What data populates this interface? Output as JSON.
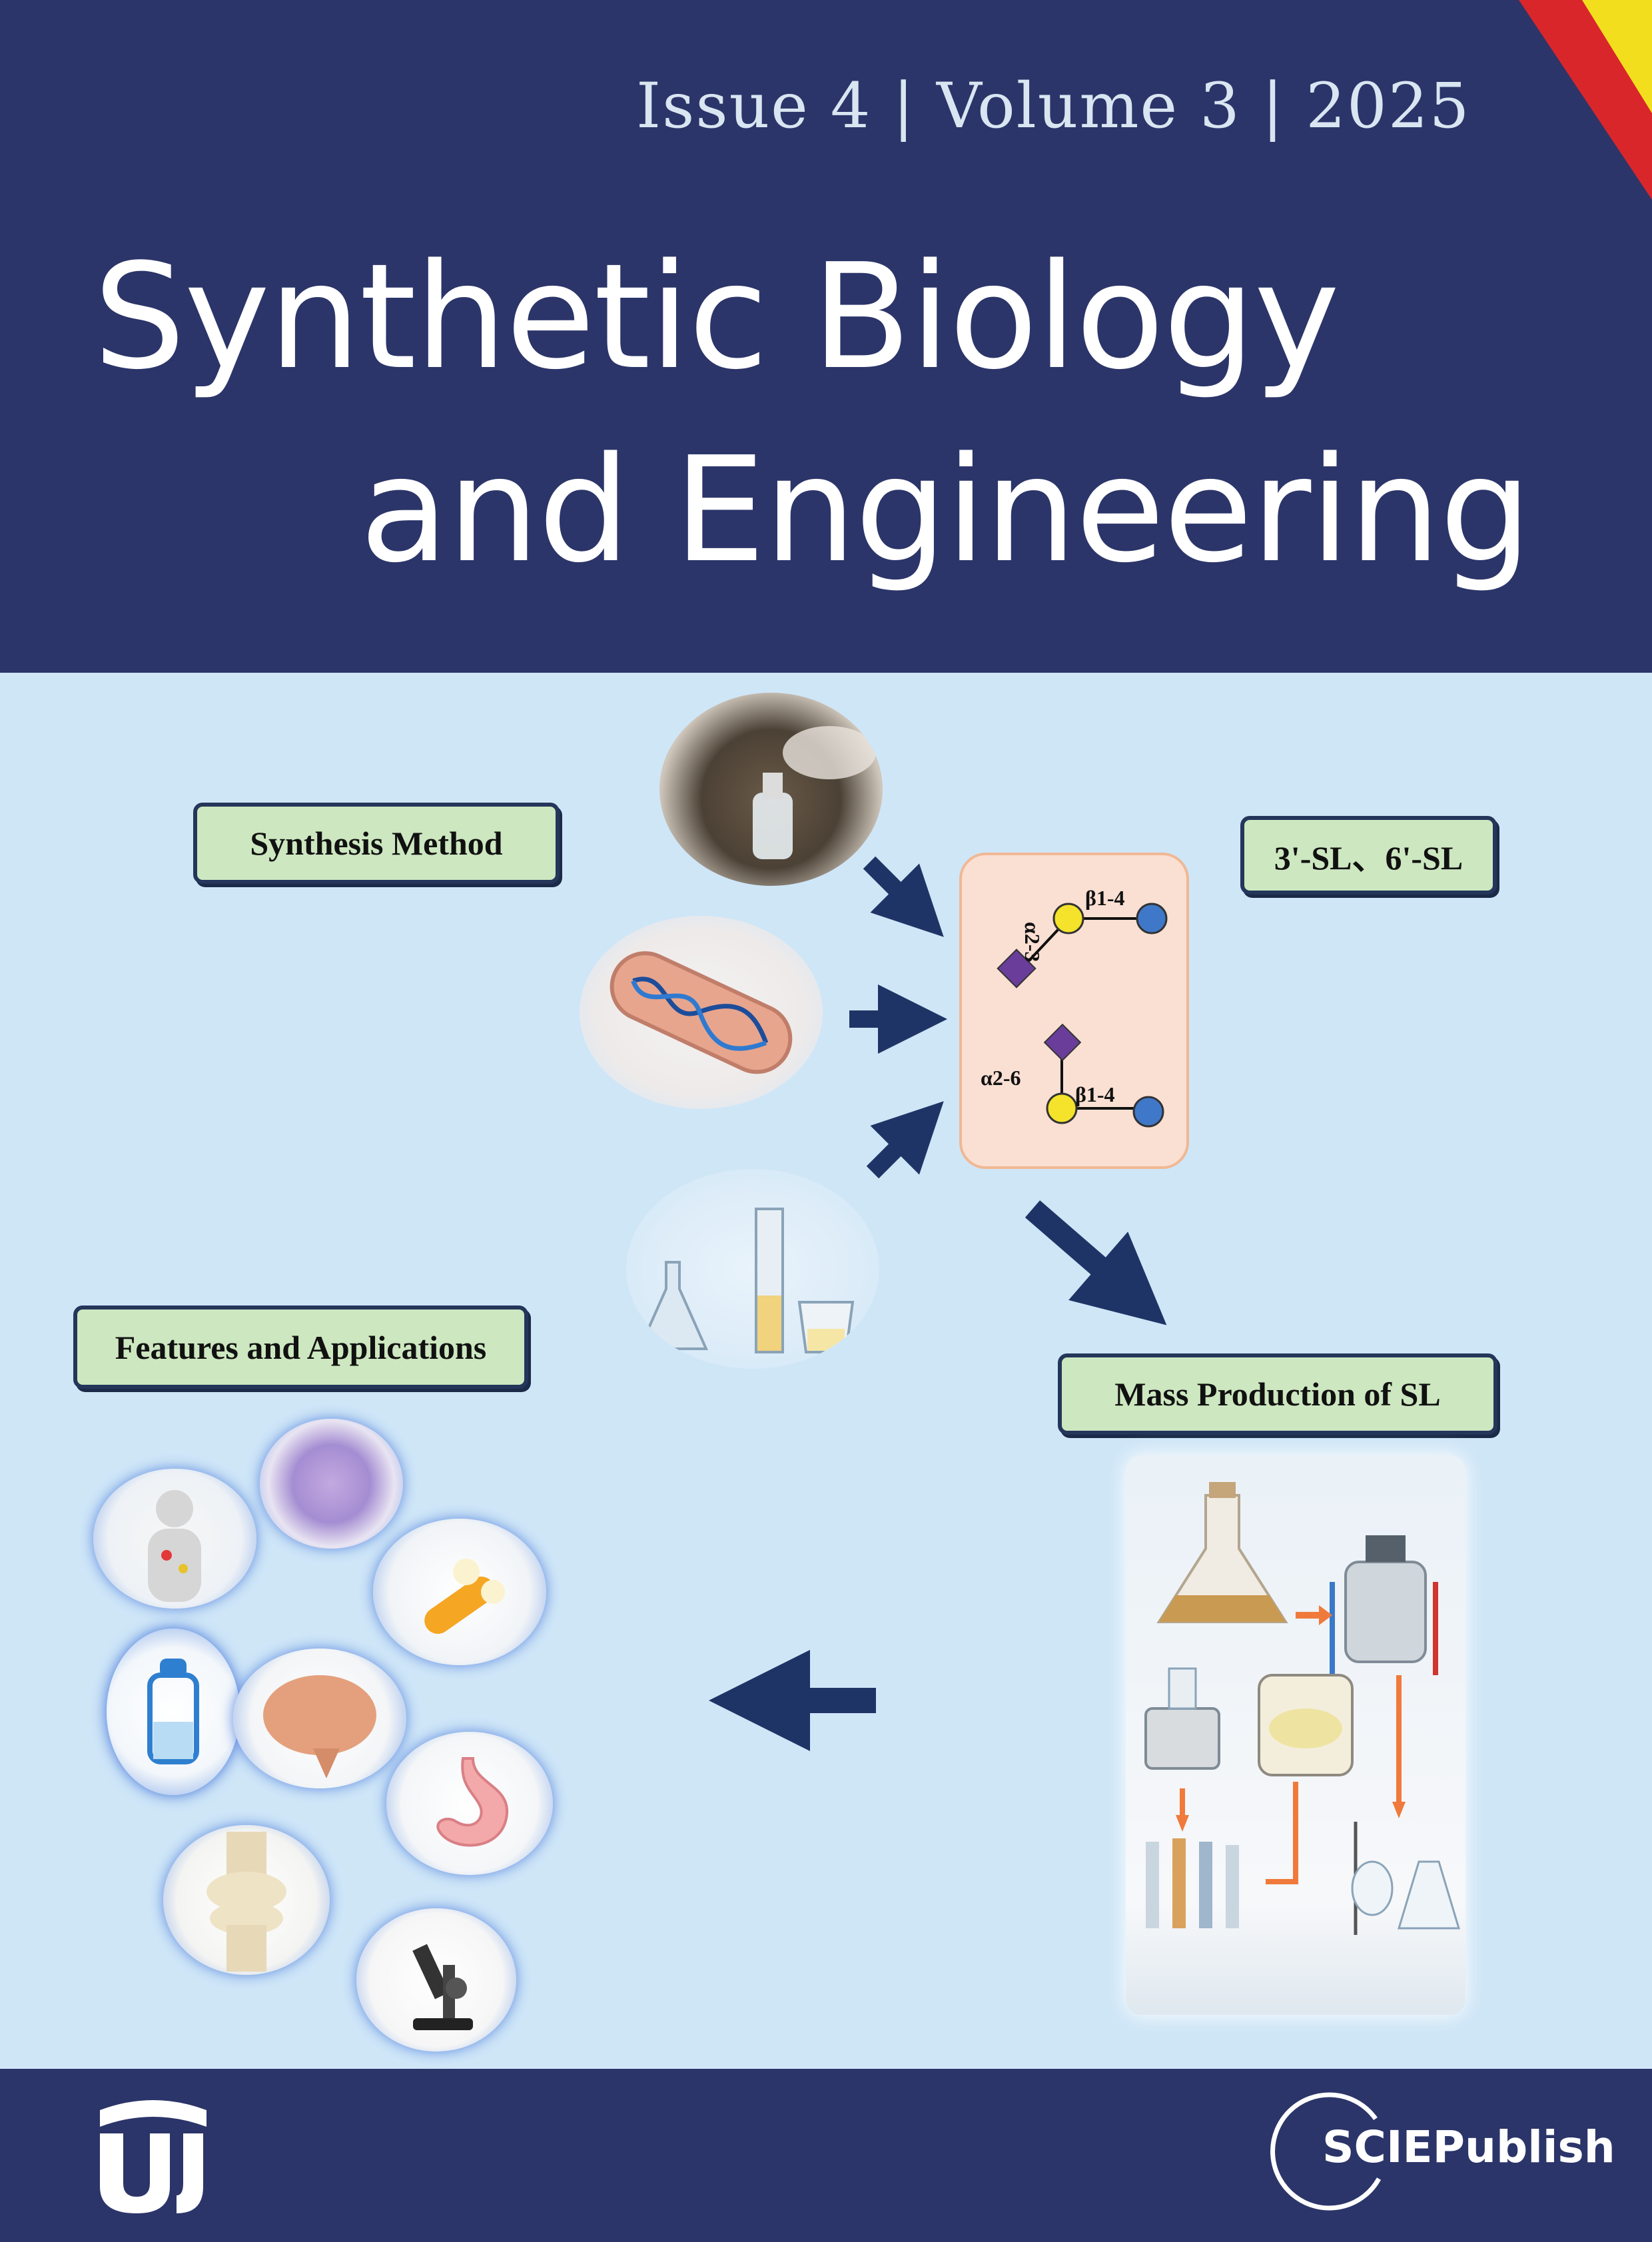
{
  "journal": {
    "issue_line": "Issue 4 | Volume 3 | 2025",
    "title_line1": "Synthetic Biology",
    "title_line2": "and Engineering"
  },
  "labels": {
    "synthesis_method": "Synthesis Method",
    "sl_types": "3'-SL、6'-SL",
    "features_applications": "Features and Applications",
    "mass_production": "Mass Production of SL"
  },
  "molecule": {
    "top_linkage_alpha": "α2-3",
    "top_linkage_beta": "β1-4",
    "bottom_linkage_alpha": "α2-6",
    "bottom_linkage_beta": "β1-4"
  },
  "footer": {
    "publisher": "SCIEPublish",
    "logo_left": "university-logo-icon"
  },
  "colors": {
    "navy": "#2b3569",
    "background": "#cfe6f7",
    "label_fill": "#cde7c0",
    "arrow": "#1f3466"
  }
}
